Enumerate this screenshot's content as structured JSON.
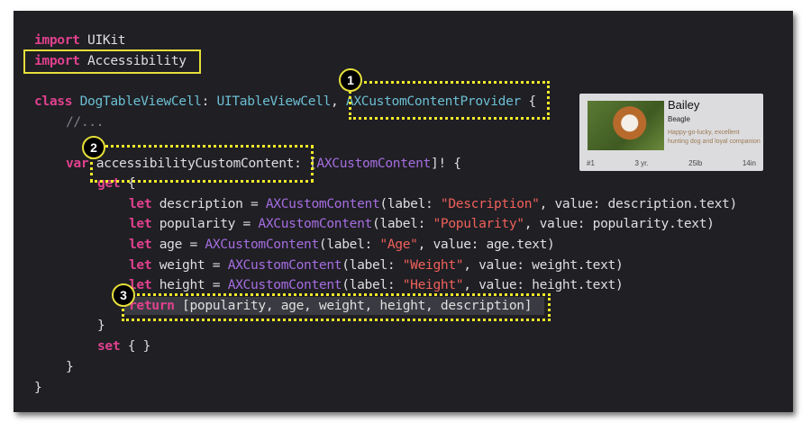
{
  "code": {
    "l1": {
      "kw": "import",
      "t": " UIKit"
    },
    "l2": {
      "kw": "import",
      "t": " Accessibility"
    },
    "l3": {
      "kw": "class",
      "sp": " ",
      "name": "DogTableViewCell",
      "colon": ": ",
      "sup": "UITableViewCell",
      "comma": ", ",
      "proto": "AXCustomContentProvider",
      "brace": " {"
    },
    "l4": {
      "cm": "//..."
    },
    "l5": {
      "kw": "var",
      "name": " accessibilityCustomContent",
      "colon": ": [",
      "ty": "AXCustomContent",
      "rest": "]! {"
    },
    "l6": {
      "kw": "get",
      "rest": " {"
    },
    "l7": {
      "kw": "let",
      "a": " description = ",
      "ty": "AXCustomContent",
      "b": "(label: ",
      "st": "\"Description\"",
      "c": ", value: description.text)"
    },
    "l8": {
      "kw": "let",
      "a": " popularity = ",
      "ty": "AXCustomContent",
      "b": "(label: ",
      "st": "\"Popularity\"",
      "c": ", value: popularity.text)"
    },
    "l9": {
      "kw": "let",
      "a": " age = ",
      "ty": "AXCustomContent",
      "b": "(label: ",
      "st": "\"Age\"",
      "c": ", value: age.text)"
    },
    "l10": {
      "kw": "let",
      "a": " weight = ",
      "ty": "AXCustomContent",
      "b": "(label: ",
      "st": "\"Weight\"",
      "c": ", value: weight.text)"
    },
    "l11": {
      "kw": "let",
      "a": " height = ",
      "ty": "AXCustomContent",
      "b": "(label: ",
      "st": "\"Height\"",
      "c": ", value: height.text)"
    },
    "l12": {
      "kw": "return",
      "rest": " [popularity, age, weight, height, description]"
    },
    "l13": "}",
    "l14": {
      "kw": "set",
      "rest": " { }"
    },
    "l15": "}",
    "l16": "}"
  },
  "callouts": [
    "1",
    "2",
    "3"
  ],
  "card": {
    "name": "Bailey",
    "breed": "Beagle",
    "description": "Happy-go-lucky, excellent hunting dog and loyal companion",
    "stats": [
      "#1",
      "3 yr.",
      "25lb",
      "14in"
    ]
  },
  "colors": {
    "keyword": "#e0418e",
    "type": "#6cbfd2",
    "custom": "#a66de0",
    "string": "#f0605a",
    "highlight": "#e6df3a"
  }
}
